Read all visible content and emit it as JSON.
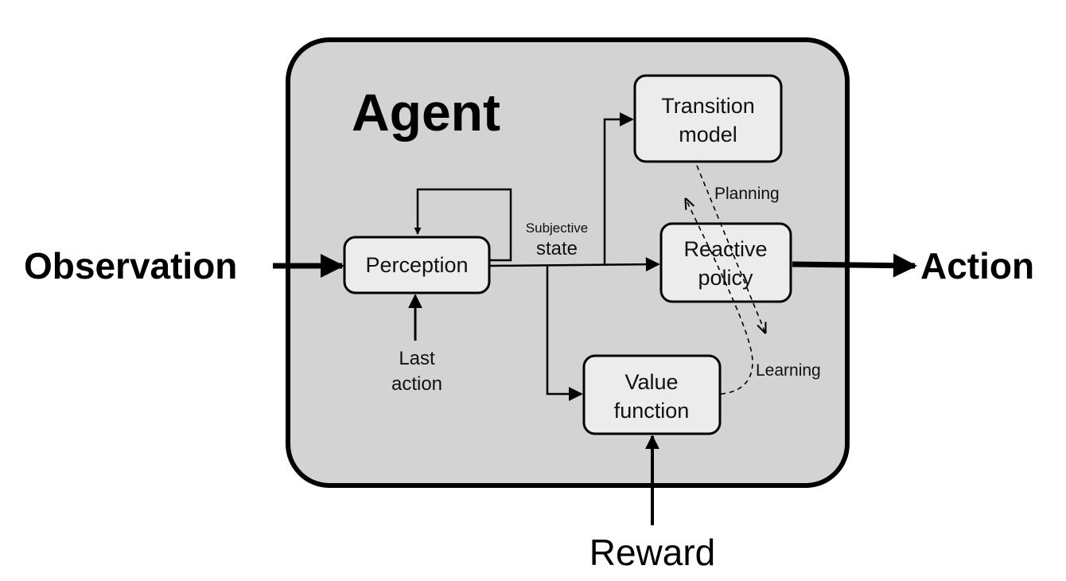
{
  "agent": {
    "title": "Agent"
  },
  "inputs": {
    "observation": "Observation",
    "reward": "Reward",
    "last_action_line1": "Last",
    "last_action_line2": "action"
  },
  "outputs": {
    "action": "Action"
  },
  "modules": {
    "perception": "Perception",
    "transition_line1": "Transition",
    "transition_line2": "model",
    "reactive_line1": "Reactive",
    "reactive_line2": "policy",
    "value_line1": "Value",
    "value_line2": "function"
  },
  "edge_labels": {
    "subjective": "Subjective",
    "state": "state",
    "planning": "Planning",
    "learning": "Learning"
  },
  "colors": {
    "agent_fill": "#d3d3d3",
    "module_fill": "#ececec",
    "stroke": "#000000"
  }
}
